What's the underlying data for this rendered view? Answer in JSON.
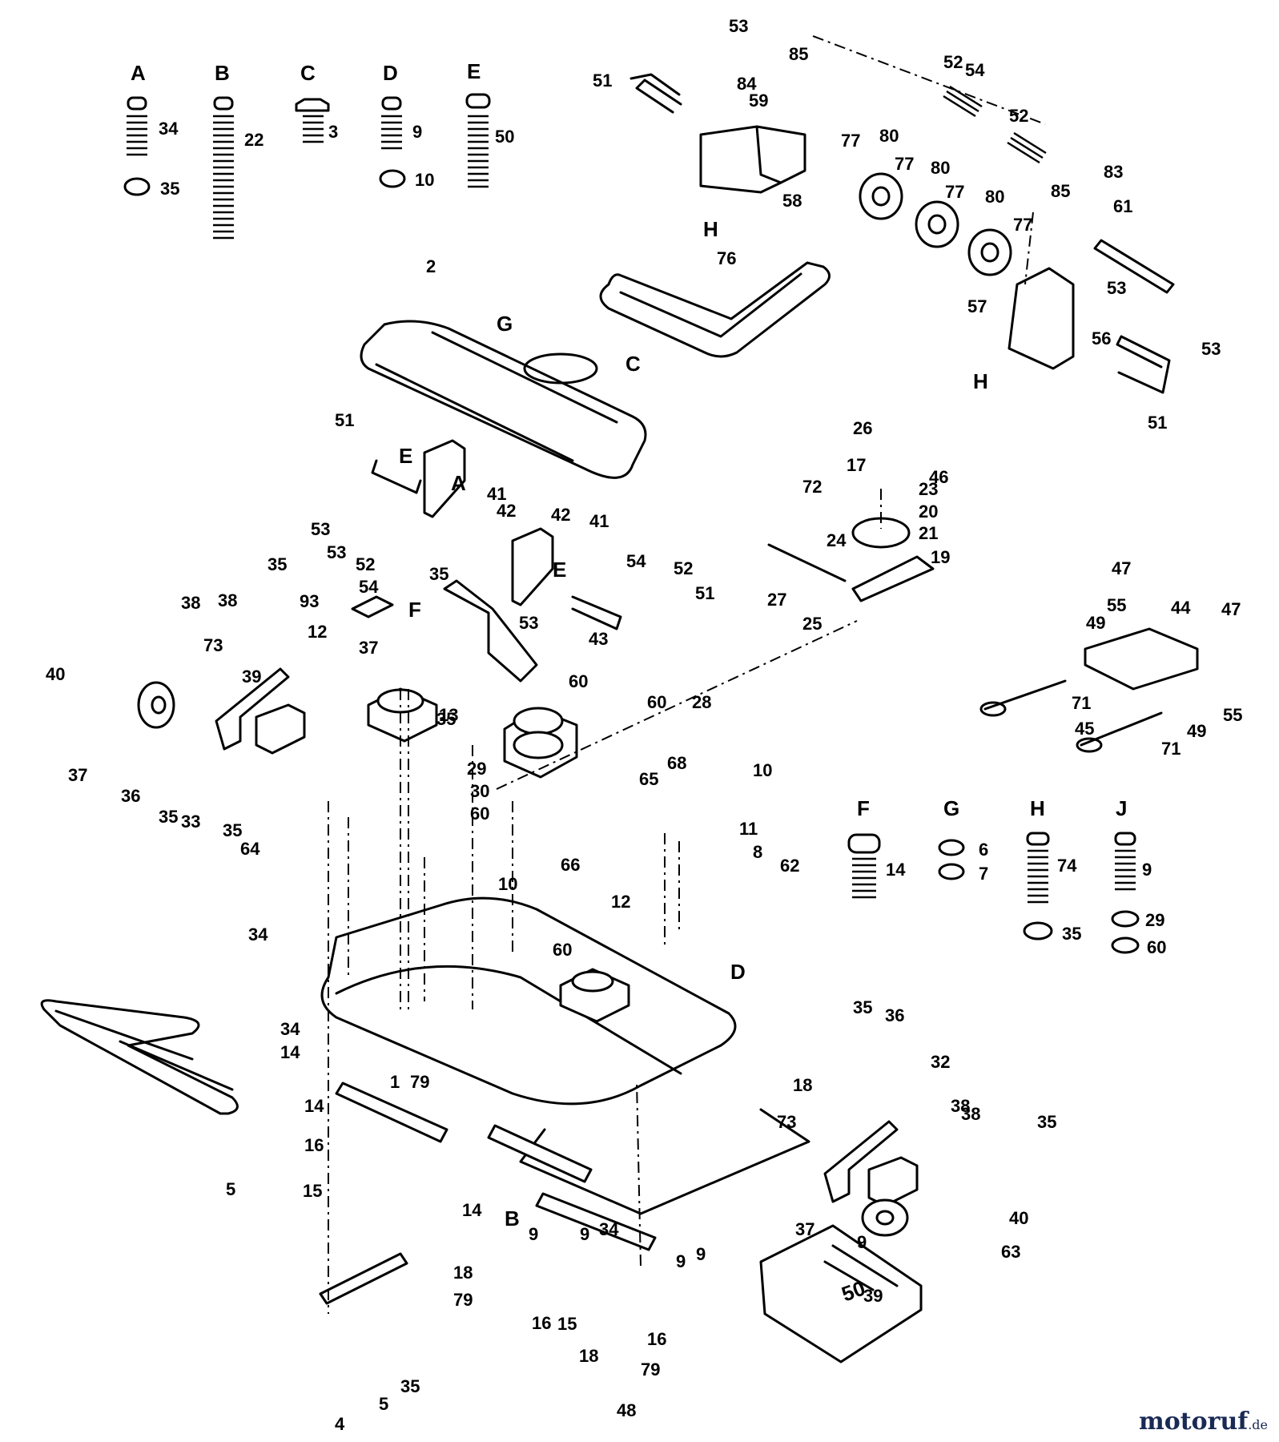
{
  "hardware_groups": [
    {
      "letter": "A",
      "parts": [
        "34",
        "35"
      ]
    },
    {
      "letter": "B",
      "parts": [
        "22"
      ]
    },
    {
      "letter": "C",
      "parts": [
        "3"
      ]
    },
    {
      "letter": "D",
      "parts": [
        "9",
        "10"
      ]
    },
    {
      "letter": "E",
      "parts": [
        "50"
      ]
    },
    {
      "letter": "F",
      "parts": [
        "14"
      ]
    },
    {
      "letter": "G",
      "parts": [
        "6",
        "7"
      ]
    },
    {
      "letter": "H",
      "parts": [
        "74",
        "35"
      ]
    },
    {
      "letter": "J",
      "parts": [
        "9",
        "29",
        "60"
      ]
    }
  ],
  "reference_letters": [
    "G",
    "C",
    "E",
    "A",
    "E",
    "F",
    "H",
    "H",
    "B",
    "D"
  ],
  "part_labels": [
    "53",
    "85",
    "51",
    "84",
    "59",
    "52",
    "54",
    "52",
    "77",
    "80",
    "77",
    "80",
    "77",
    "80",
    "77",
    "83",
    "85",
    "61",
    "58",
    "76",
    "53",
    "57",
    "56",
    "53",
    "51",
    "2",
    "26",
    "17",
    "46",
    "72",
    "23",
    "20",
    "24",
    "21",
    "19",
    "27",
    "25",
    "47",
    "55",
    "44",
    "47",
    "49",
    "71",
    "49",
    "55",
    "45",
    "71",
    "51",
    "53",
    "53",
    "52",
    "54",
    "41",
    "42",
    "42",
    "41",
    "54",
    "52",
    "51",
    "53",
    "43",
    "35",
    "35",
    "38",
    "38",
    "35",
    "93",
    "12",
    "37",
    "73",
    "39",
    "40",
    "37",
    "36",
    "35",
    "33",
    "35",
    "13",
    "60",
    "60",
    "28",
    "29",
    "30",
    "60",
    "64",
    "65",
    "68",
    "10",
    "11",
    "8",
    "62",
    "66",
    "10",
    "12",
    "60",
    "34",
    "34",
    "14",
    "1",
    "18",
    "14",
    "79",
    "16",
    "15",
    "14",
    "9",
    "9",
    "9",
    "9",
    "9",
    "34",
    "18",
    "79",
    "16",
    "15",
    "16",
    "18",
    "79",
    "48",
    "5",
    "4",
    "5",
    "35",
    "35",
    "36",
    "32",
    "38",
    "38",
    "35",
    "73",
    "37",
    "40",
    "39",
    "63"
  ],
  "brand": {
    "watermark": "motoruf",
    "suffix": ".de"
  },
  "colors": {
    "ink": "#000000",
    "paper": "#ffffff",
    "watermark": "#1a2a55"
  }
}
